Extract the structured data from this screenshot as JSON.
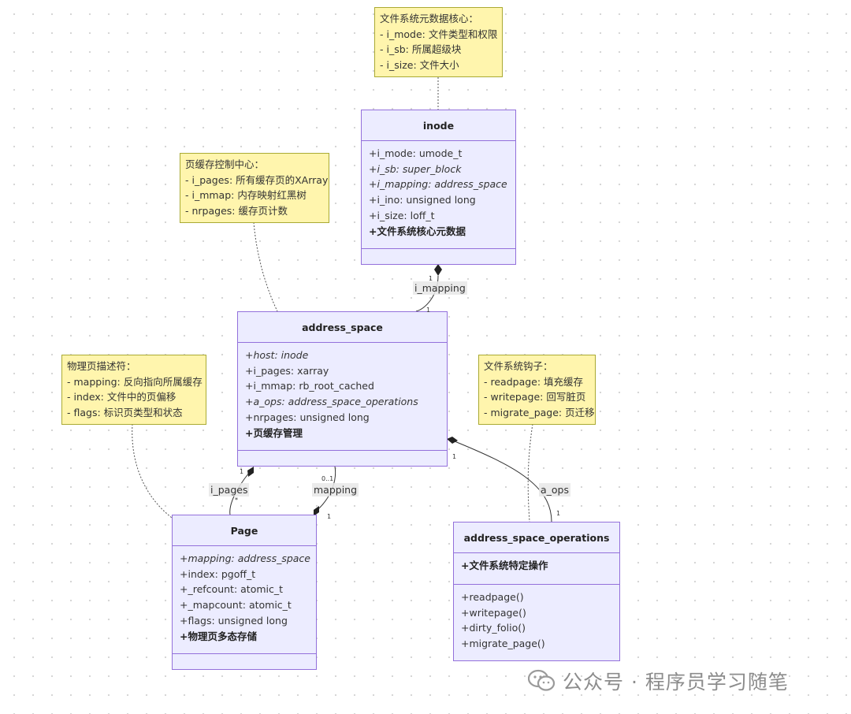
{
  "notes": {
    "inode_note": [
      "文件系统元数据核心：",
      "- i_mode: 文件类型和权限",
      "- i_sb: 所属超级块",
      "- i_size: 文件大小"
    ],
    "as_note": [
      "页缓存控制中心：",
      "- i_pages: 所有缓存页的XArray",
      "- i_mmap: 内存映射红黑树",
      "- nrpages: 缓存页计数"
    ],
    "page_note": [
      "物理页描述符：",
      "- mapping: 反向指向所属缓存",
      "- index: 文件中的页偏移",
      "- flags: 标识页类型和状态"
    ],
    "ops_note": [
      "文件系统钩子：",
      "- readpage: 填充缓存",
      "- writepage: 回写脏页",
      "- migrate_page: 页迁移"
    ]
  },
  "classes": {
    "inode": {
      "title": "inode",
      "attributes": [
        "+i_mode: umode_t",
        "+i_sb: super_block",
        "+i_mapping: address_space",
        "+i_ino: unsigned long",
        "+i_size: loff_t",
        "+文件系统核心元数据"
      ]
    },
    "address_space": {
      "title": "address_space",
      "attributes": [
        "+host: inode",
        "+i_pages: xarray",
        "+i_mmap: rb_root_cached",
        "+a_ops: address_space_operations",
        "+nrpages: unsigned long",
        "+页缓存管理"
      ]
    },
    "page": {
      "title": "Page",
      "attributes": [
        "+mapping: address_space",
        "+index: pgoff_t",
        "+_refcount: atomic_t",
        "+_mapcount: atomic_t",
        "+flags: unsigned long",
        "+物理页多态存储"
      ]
    },
    "ops": {
      "title": "address_space_operations",
      "attributes": [
        "+文件系统特定操作"
      ],
      "methods": [
        "+readpage()",
        "+writepage()",
        "+dirty_folio()",
        "+migrate_page()"
      ]
    }
  },
  "relations": {
    "i_mapping": {
      "label": "i_mapping",
      "from_card": "1",
      "to_card": "1"
    },
    "i_pages": {
      "label": "i_pages",
      "from_card": "1",
      "to_card": "*"
    },
    "mapping": {
      "label": "mapping",
      "from_card": "0..1",
      "to_card": "1"
    },
    "a_ops": {
      "label": "a_ops",
      "from_card": "1",
      "to_card": "1"
    }
  },
  "watermark": {
    "text": "公众号 · 程序员学习随笔",
    "icon": "wechat-icon"
  },
  "colors": {
    "note_bg": "#fff5ad",
    "note_border": "#aaaa33",
    "class_bg": "#ececff",
    "class_border": "#9370db",
    "line": "#333333"
  }
}
